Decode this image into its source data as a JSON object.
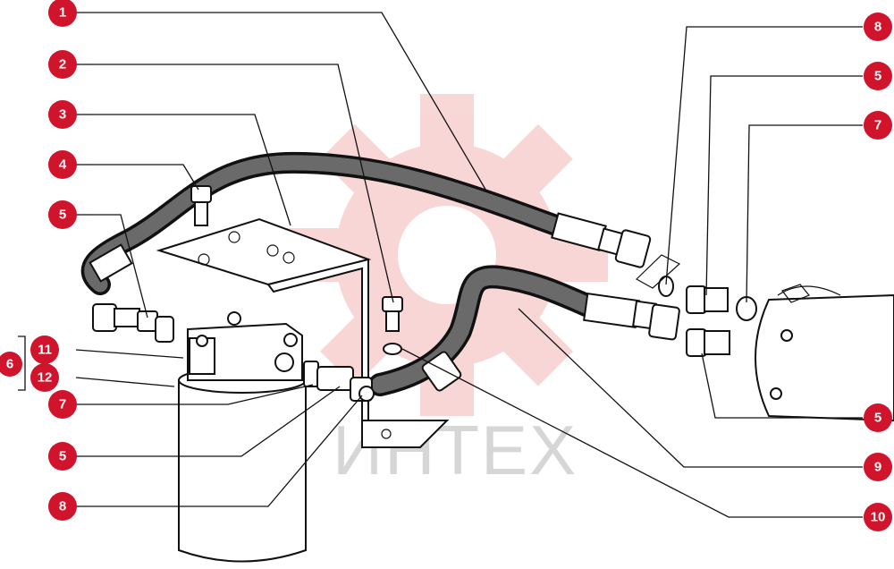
{
  "colors": {
    "marker": "#d0142c",
    "watermark_gear": "#f3b6b6",
    "ink": "#111111"
  },
  "watermark": {
    "text": "ИНТЕХ"
  },
  "callouts": [
    {
      "id": "c1",
      "label": "1",
      "side": "left"
    },
    {
      "id": "c2",
      "label": "2",
      "side": "left"
    },
    {
      "id": "c3",
      "label": "3",
      "side": "left"
    },
    {
      "id": "c4",
      "label": "4",
      "side": "left"
    },
    {
      "id": "c5a",
      "label": "5",
      "side": "left"
    },
    {
      "id": "c6",
      "label": "6",
      "side": "left"
    },
    {
      "id": "c11",
      "label": "11",
      "side": "left"
    },
    {
      "id": "c12",
      "label": "12",
      "side": "left"
    },
    {
      "id": "c7a",
      "label": "7",
      "side": "left"
    },
    {
      "id": "c5b",
      "label": "5",
      "side": "left"
    },
    {
      "id": "c8a",
      "label": "8",
      "side": "left"
    },
    {
      "id": "c8b",
      "label": "8",
      "side": "right"
    },
    {
      "id": "c5c",
      "label": "5",
      "side": "right"
    },
    {
      "id": "c7b",
      "label": "7",
      "side": "right"
    },
    {
      "id": "c5d",
      "label": "5",
      "side": "right"
    },
    {
      "id": "c9",
      "label": "9",
      "side": "right"
    },
    {
      "id": "c10",
      "label": "10",
      "side": "right"
    }
  ]
}
